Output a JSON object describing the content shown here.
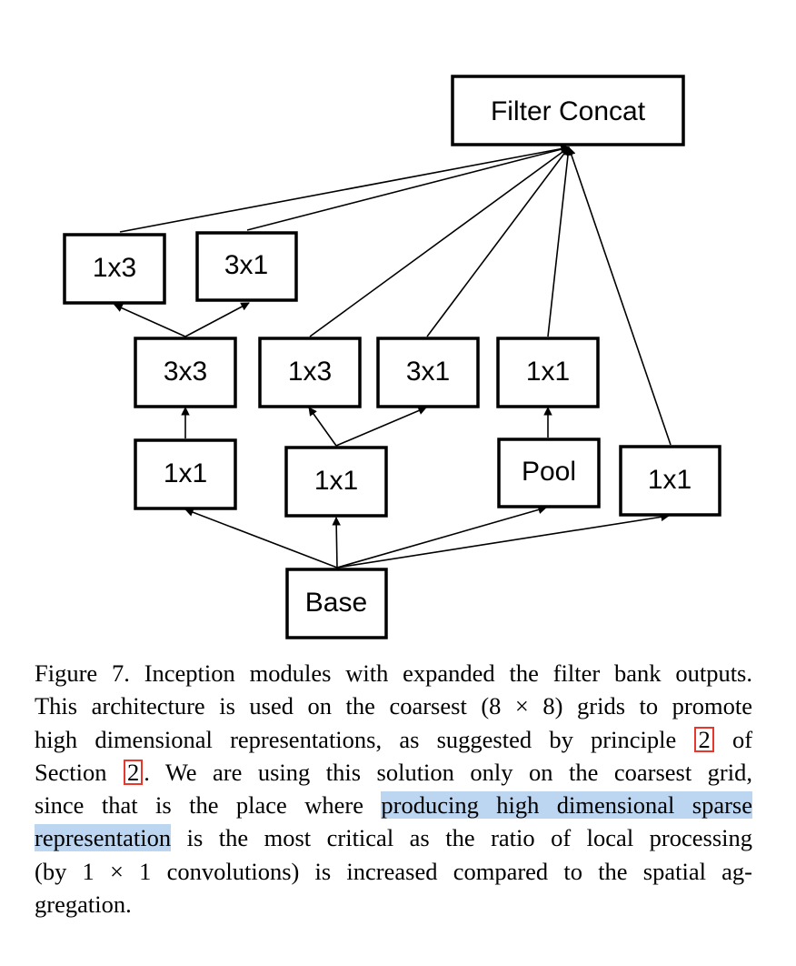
{
  "diagram": {
    "nodes": {
      "filter_concat": "Filter Concat",
      "top_1x3": "1x3",
      "top_3x1": "3x1",
      "mid_3x3": "3x3",
      "mid_1x3": "1x3",
      "mid_3x1": "3x1",
      "mid_1x1": "1x1",
      "low_1x1_a": "1x1",
      "low_1x1_b": "1x1",
      "low_pool": "Pool",
      "low_1x1_c": "1x1",
      "base": "Base"
    }
  },
  "caption": {
    "line1": "Figure 7. Inception modules with expanded the filter bank outputs.",
    "line2": "This architecture is used on the coarsest (8 × 8) grids to promote",
    "line3_a": "high dimensional representations, as suggested by principle",
    "ref1": "2",
    "line3_b": "of",
    "line4_a": "Section",
    "ref2": "2",
    "line4_b": ".  We are using this solution only on the coarsest grid,",
    "line5_a": "since that is the place where",
    "line5_hl": "producing high dimensional sparse",
    "line6_hl": "representation",
    "line6_b": "is the most critical as the ratio of local processing",
    "line7": "(by 1 × 1 convolutions) is increased compared to the spatial ag-",
    "line8": "gregation."
  }
}
